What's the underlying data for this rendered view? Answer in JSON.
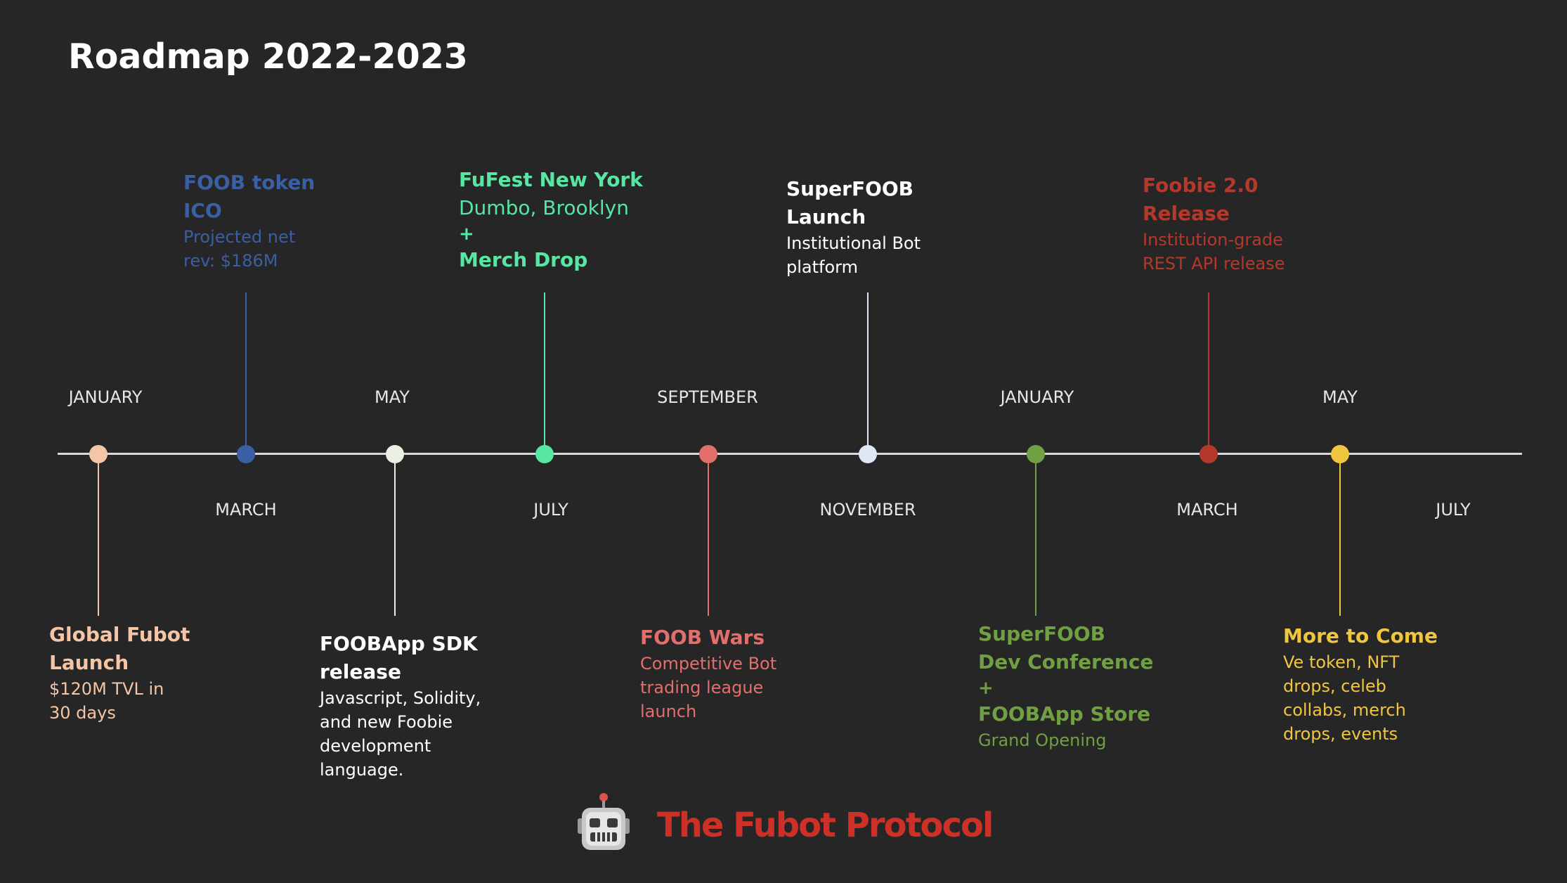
{
  "title": "Roadmap 2022-2023",
  "months": [
    {
      "label": "JANUARY"
    },
    {
      "label": "MARCH"
    },
    {
      "label": "MAY"
    },
    {
      "label": "JULY"
    },
    {
      "label": "SEPTEMBER"
    },
    {
      "label": "NOVEMBER"
    },
    {
      "label": "JANUARY"
    },
    {
      "label": "MARCH"
    },
    {
      "label": "MAY"
    },
    {
      "label": "JULY"
    }
  ],
  "events": [
    {
      "color": "#f5c5a5",
      "heading": [
        "Global Fubot",
        "Launch"
      ],
      "body": [
        "$120M TVL in",
        "30 days"
      ]
    },
    {
      "color": "#3a5fa4",
      "heading": [
        "FOOB token",
        "ICO"
      ],
      "body": [
        "Projected net",
        "rev: $186M"
      ]
    },
    {
      "color": "#eaf0e2",
      "heading": [
        "FOOBApp SDK",
        "release"
      ],
      "body": [
        "Javascript, Solidity,",
        "and new Foobie",
        "development",
        "language."
      ]
    },
    {
      "color": "#57e6a3",
      "heading": [
        "FuFest New York"
      ],
      "body": [
        "Dumbo, Brooklyn"
      ],
      "plus": "+",
      "heading2": "Merch Drop"
    },
    {
      "color": "#e26f6c",
      "heading": [
        "FOOB Wars"
      ],
      "body": [
        "Competitive Bot",
        "trading league",
        "launch"
      ]
    },
    {
      "color": "#dfe6f6",
      "heading": [
        "SuperFOOB",
        "Launch"
      ],
      "body": [
        "Institutional Bot",
        "platform"
      ]
    },
    {
      "color": "#70a043",
      "heading": [
        "SuperFOOB",
        "Dev Conference"
      ],
      "plus": "+",
      "heading2": "FOOBApp Store",
      "body2": "Grand Opening"
    },
    {
      "color": "#b5392a",
      "heading": [
        "Foobie 2.0",
        "Release"
      ],
      "body": [
        "Institution-grade",
        "REST API release"
      ]
    },
    {
      "color": "#f0c63f",
      "heading": [
        "More to Come"
      ],
      "body": [
        "Ve token, NFT",
        "drops, celeb",
        "collabs, merch",
        "drops, events"
      ]
    }
  ],
  "brand": {
    "name": "The Fubot Protocol",
    "color": "#cc3026",
    "logo_icon": "robot-icon"
  }
}
